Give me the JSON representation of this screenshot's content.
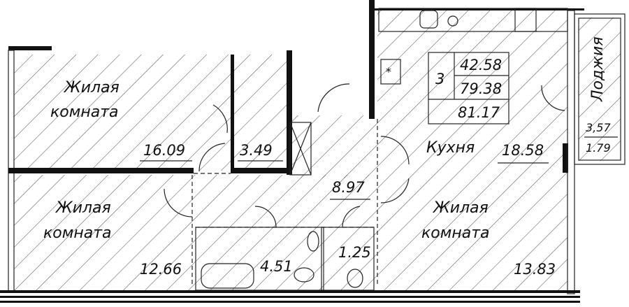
{
  "plan": {
    "summary": {
      "rooms_count": "3",
      "living_area": "42.58",
      "total_area": "79.38",
      "total_with_loggia": "81.17"
    },
    "rooms": [
      {
        "id": "living-1",
        "name_line1": "Жилая",
        "name_line2": "комната",
        "area": "16.09"
      },
      {
        "id": "closet",
        "area": "3.49"
      },
      {
        "id": "hall",
        "area": "8.97"
      },
      {
        "id": "living-2",
        "name_line1": "Жилая",
        "name_line2": "комната",
        "area": "12.66"
      },
      {
        "id": "bathroom",
        "area": "4.51"
      },
      {
        "id": "wc",
        "area": "1.25"
      },
      {
        "id": "kitchen",
        "name": "Кухня",
        "area": "18.58"
      },
      {
        "id": "living-3",
        "name_line1": "Жилая",
        "name_line2": "комната",
        "area": "13.83"
      },
      {
        "id": "loggia",
        "name": "Лоджия",
        "area": "3,57",
        "area_reduced": "1.79"
      }
    ]
  }
}
